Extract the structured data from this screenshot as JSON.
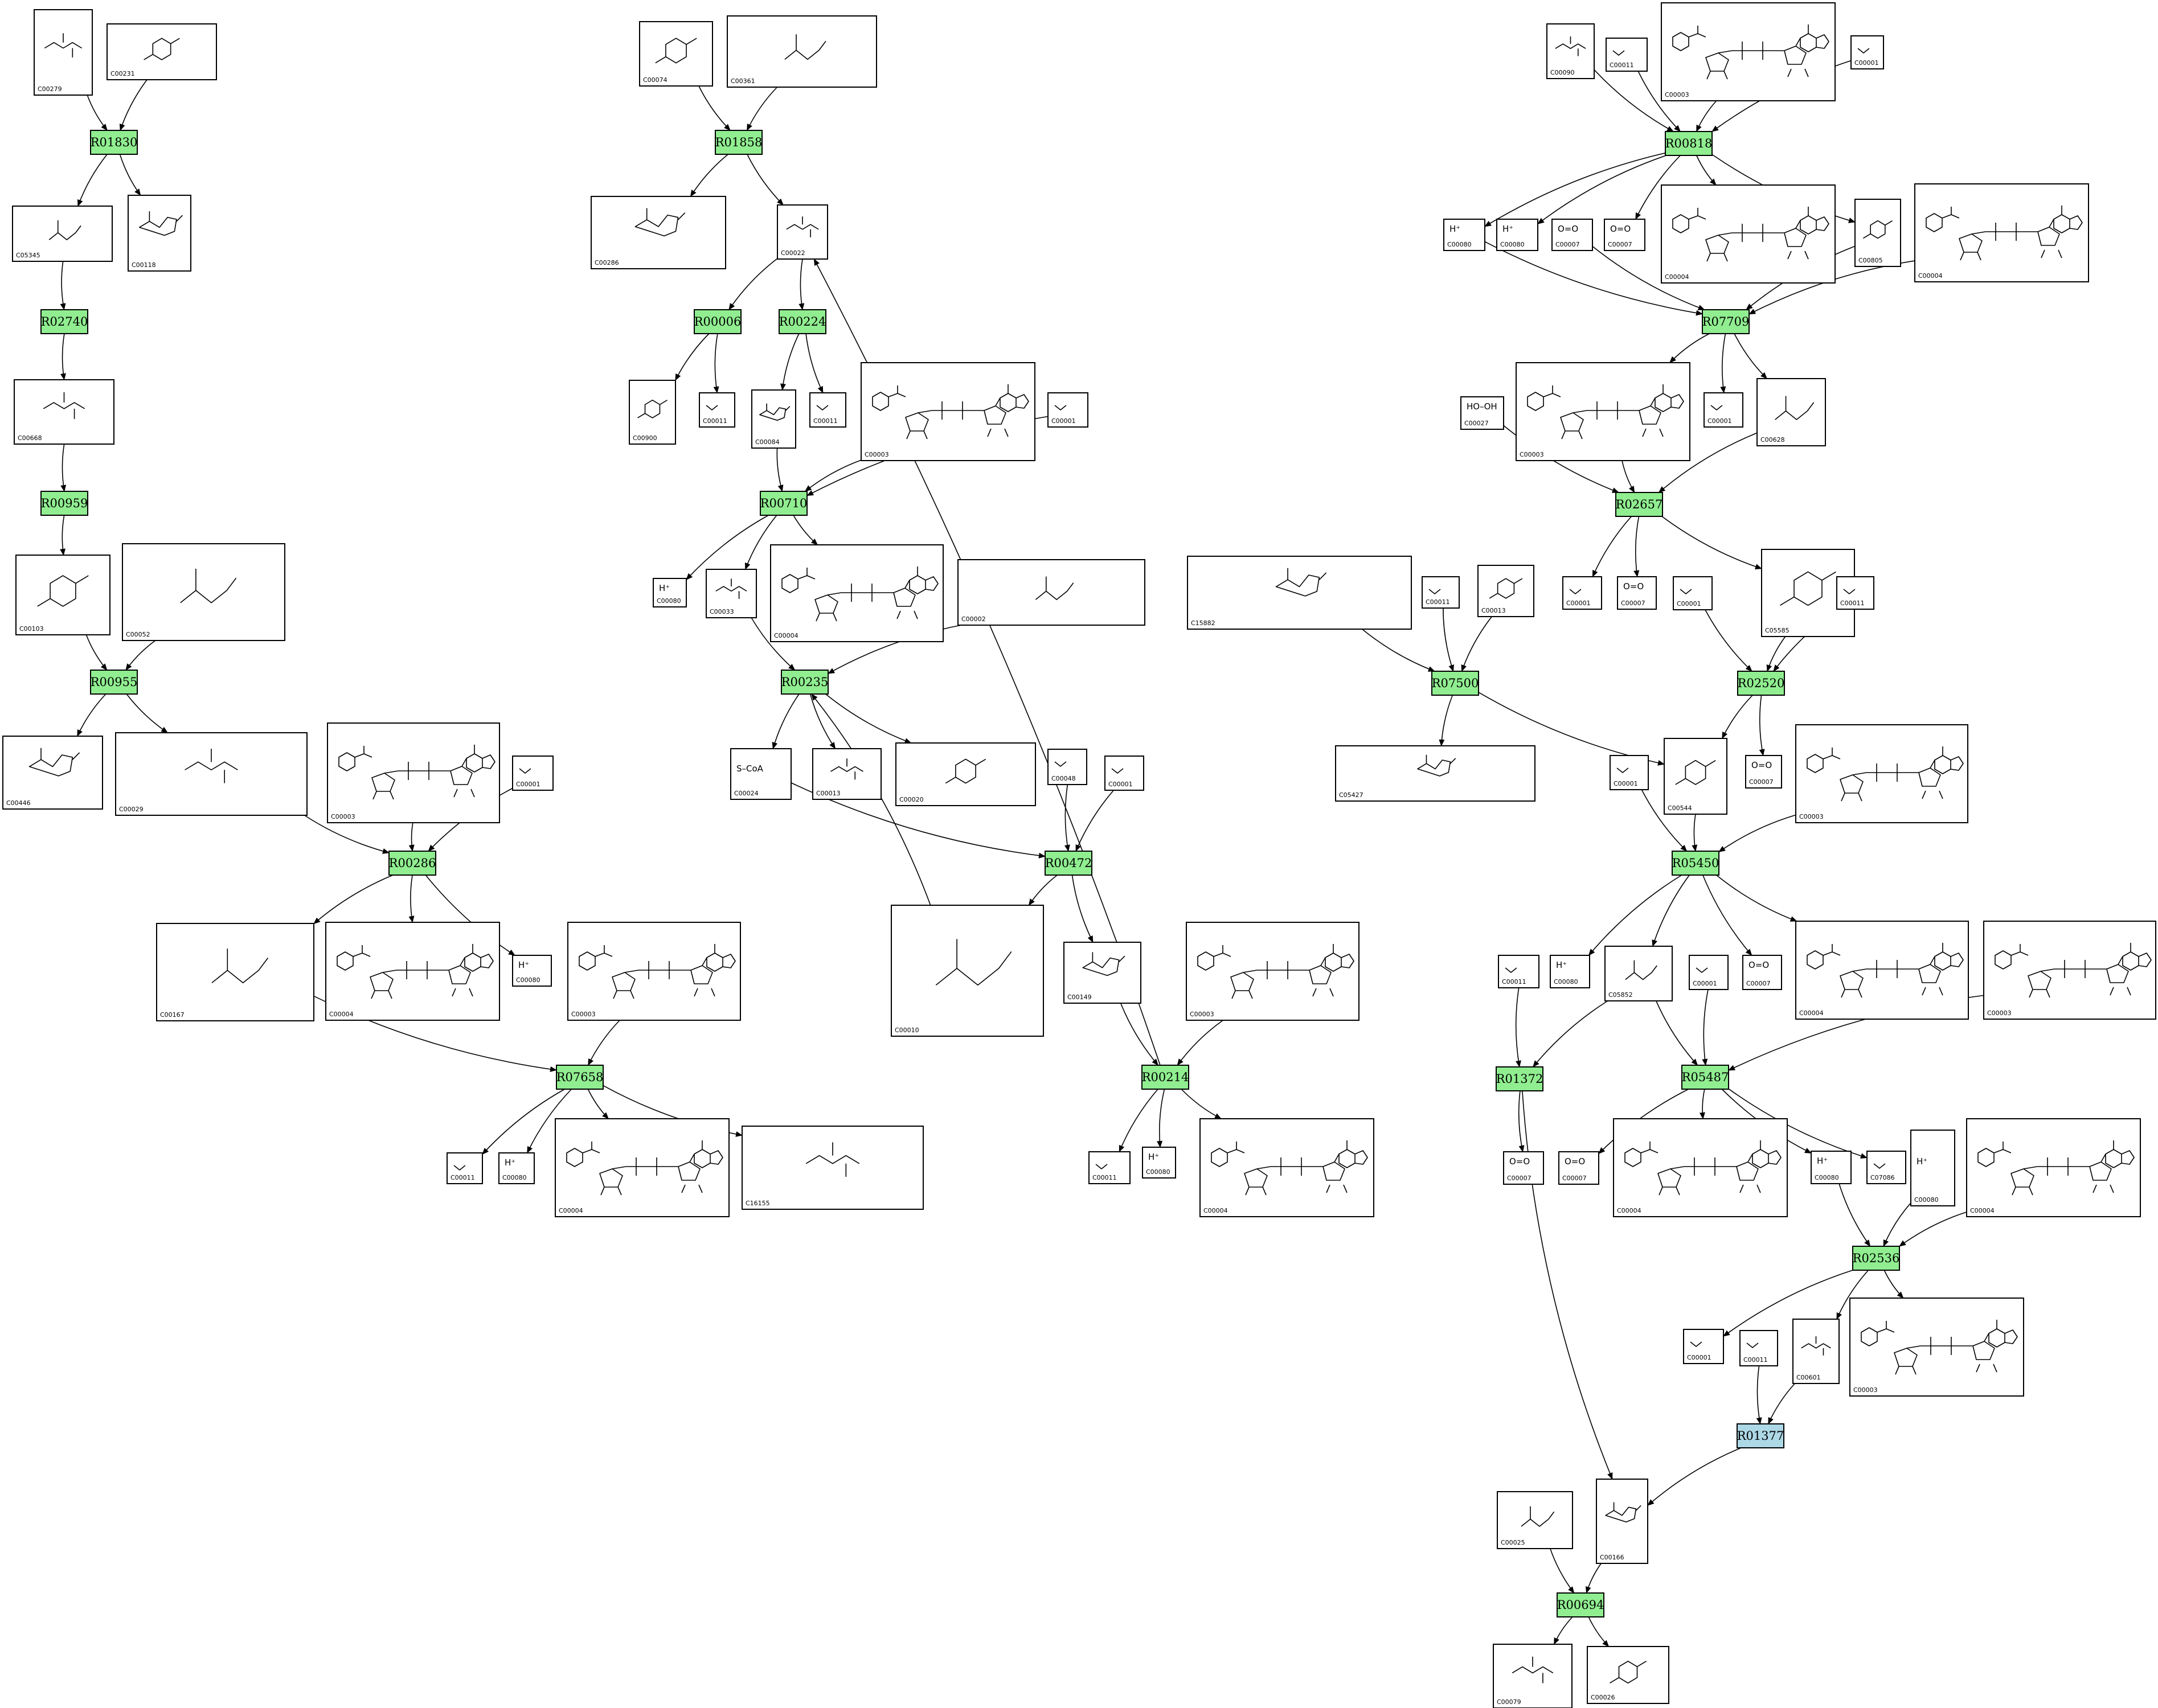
{
  "colors": {
    "reaction": "#90EE90",
    "reaction_special": "#ADD8E6",
    "compound_fill": "#FFFFFF",
    "stroke": "#000000"
  },
  "reactions": [
    {
      "id": "R01830",
      "color": "reaction"
    },
    {
      "id": "R01858",
      "color": "reaction"
    },
    {
      "id": "R00818",
      "color": "reaction"
    },
    {
      "id": "R02740",
      "color": "reaction"
    },
    {
      "id": "R00006",
      "color": "reaction"
    },
    {
      "id": "R00224",
      "color": "reaction"
    },
    {
      "id": "R07709",
      "color": "reaction"
    },
    {
      "id": "R00959",
      "color": "reaction"
    },
    {
      "id": "R00710",
      "color": "reaction"
    },
    {
      "id": "R02657",
      "color": "reaction"
    },
    {
      "id": "R00955",
      "color": "reaction"
    },
    {
      "id": "R00235",
      "color": "reaction"
    },
    {
      "id": "R07500",
      "color": "reaction"
    },
    {
      "id": "R02520",
      "color": "reaction"
    },
    {
      "id": "R00286",
      "color": "reaction"
    },
    {
      "id": "R00472",
      "color": "reaction"
    },
    {
      "id": "R05450",
      "color": "reaction"
    },
    {
      "id": "R07658",
      "color": "reaction"
    },
    {
      "id": "R00214",
      "color": "reaction"
    },
    {
      "id": "R01372",
      "color": "reaction"
    },
    {
      "id": "R05487",
      "color": "reaction"
    },
    {
      "id": "R02536",
      "color": "reaction"
    },
    {
      "id": "R01377",
      "color": "reaction_special"
    },
    {
      "id": "R00694",
      "color": "reaction"
    }
  ],
  "compounds": [
    {
      "id": "C00279",
      "text": ""
    },
    {
      "id": "C00231",
      "text": ""
    },
    {
      "id": "C05345",
      "text": ""
    },
    {
      "id": "C00118",
      "text": ""
    },
    {
      "id": "C00668",
      "text": ""
    },
    {
      "id": "C00103",
      "text": ""
    },
    {
      "id": "C00052",
      "text": ""
    },
    {
      "id": "C00446",
      "text": ""
    },
    {
      "id": "C00029",
      "text": ""
    },
    {
      "id": "C00074",
      "text": ""
    },
    {
      "id": "C00361",
      "text": ""
    },
    {
      "id": "C00286",
      "text": ""
    },
    {
      "id": "C00022",
      "text": ""
    },
    {
      "id": "C00900",
      "text": ""
    },
    {
      "id": "C00011",
      "text": ""
    },
    {
      "id": "C00084",
      "text": ""
    },
    {
      "id": "C00011",
      "text": ""
    },
    {
      "id": "C00003",
      "text": ""
    },
    {
      "id": "C00001",
      "text": ""
    },
    {
      "id": "C00080",
      "text": "H⁺"
    },
    {
      "id": "C00033",
      "text": ""
    },
    {
      "id": "C00004",
      "text": ""
    },
    {
      "id": "C00002",
      "text": ""
    },
    {
      "id": "C00024",
      "text": "S–CoA"
    },
    {
      "id": "C00013",
      "text": ""
    },
    {
      "id": "C00020",
      "text": ""
    },
    {
      "id": "C00048",
      "text": ""
    },
    {
      "id": "C00001",
      "text": ""
    },
    {
      "id": "C00003",
      "text": ""
    },
    {
      "id": "C00001",
      "text": ""
    },
    {
      "id": "C00167",
      "text": ""
    },
    {
      "id": "C00004",
      "text": ""
    },
    {
      "id": "C00080",
      "text": "H⁺"
    },
    {
      "id": "C00003",
      "text": ""
    },
    {
      "id": "C00010",
      "text": ""
    },
    {
      "id": "C00149",
      "text": ""
    },
    {
      "id": "C00003",
      "text": ""
    },
    {
      "id": "C00011",
      "text": ""
    },
    {
      "id": "C00080",
      "text": "H⁺"
    },
    {
      "id": "C00004",
      "text": ""
    },
    {
      "id": "C16155",
      "text": ""
    },
    {
      "id": "C00011",
      "text": ""
    },
    {
      "id": "C00080",
      "text": "H⁺"
    },
    {
      "id": "C00004",
      "text": ""
    },
    {
      "id": "C00090",
      "text": ""
    },
    {
      "id": "C00011",
      "text": ""
    },
    {
      "id": "C00003",
      "text": ""
    },
    {
      "id": "C00001",
      "text": ""
    },
    {
      "id": "C00080",
      "text": "H⁺"
    },
    {
      "id": "C00080",
      "text": "H⁺"
    },
    {
      "id": "C00007",
      "text": "O=O"
    },
    {
      "id": "C00007",
      "text": "O=O"
    },
    {
      "id": "C00004",
      "text": ""
    },
    {
      "id": "C00805",
      "text": ""
    },
    {
      "id": "C00004",
      "text": ""
    },
    {
      "id": "C00027",
      "text": "HO–OH"
    },
    {
      "id": "C00003",
      "text": ""
    },
    {
      "id": "C00001",
      "text": ""
    },
    {
      "id": "C00628",
      "text": ""
    },
    {
      "id": "C15882",
      "text": ""
    },
    {
      "id": "C00011",
      "text": ""
    },
    {
      "id": "C00013",
      "text": ""
    },
    {
      "id": "C00001",
      "text": ""
    },
    {
      "id": "C00007",
      "text": "O=O"
    },
    {
      "id": "C00001",
      "text": ""
    },
    {
      "id": "C05585",
      "text": ""
    },
    {
      "id": "C00011",
      "text": ""
    },
    {
      "id": "C05427",
      "text": ""
    },
    {
      "id": "C00001",
      "text": ""
    },
    {
      "id": "C00544",
      "text": ""
    },
    {
      "id": "C00007",
      "text": "O=O"
    },
    {
      "id": "C00003",
      "text": ""
    },
    {
      "id": "C00011",
      "text": ""
    },
    {
      "id": "C00080",
      "text": "H⁺"
    },
    {
      "id": "C05852",
      "text": ""
    },
    {
      "id": "C00001",
      "text": ""
    },
    {
      "id": "C00007",
      "text": "O=O"
    },
    {
      "id": "C00004",
      "text": ""
    },
    {
      "id": "C00003",
      "text": ""
    },
    {
      "id": "C00007",
      "text": "O=O"
    },
    {
      "id": "C00007",
      "text": "O=O"
    },
    {
      "id": "C00004",
      "text": ""
    },
    {
      "id": "C00080",
      "text": "H⁺"
    },
    {
      "id": "C07086",
      "text": ""
    },
    {
      "id": "C00080",
      "text": "H⁺"
    },
    {
      "id": "C00004",
      "text": ""
    },
    {
      "id": "C00001",
      "text": ""
    },
    {
      "id": "C00011",
      "text": ""
    },
    {
      "id": "C00601",
      "text": ""
    },
    {
      "id": "C00003",
      "text": ""
    },
    {
      "id": "C00025",
      "text": ""
    },
    {
      "id": "C00166",
      "text": ""
    },
    {
      "id": "C00079",
      "text": ""
    },
    {
      "id": "C00026",
      "text": ""
    }
  ]
}
